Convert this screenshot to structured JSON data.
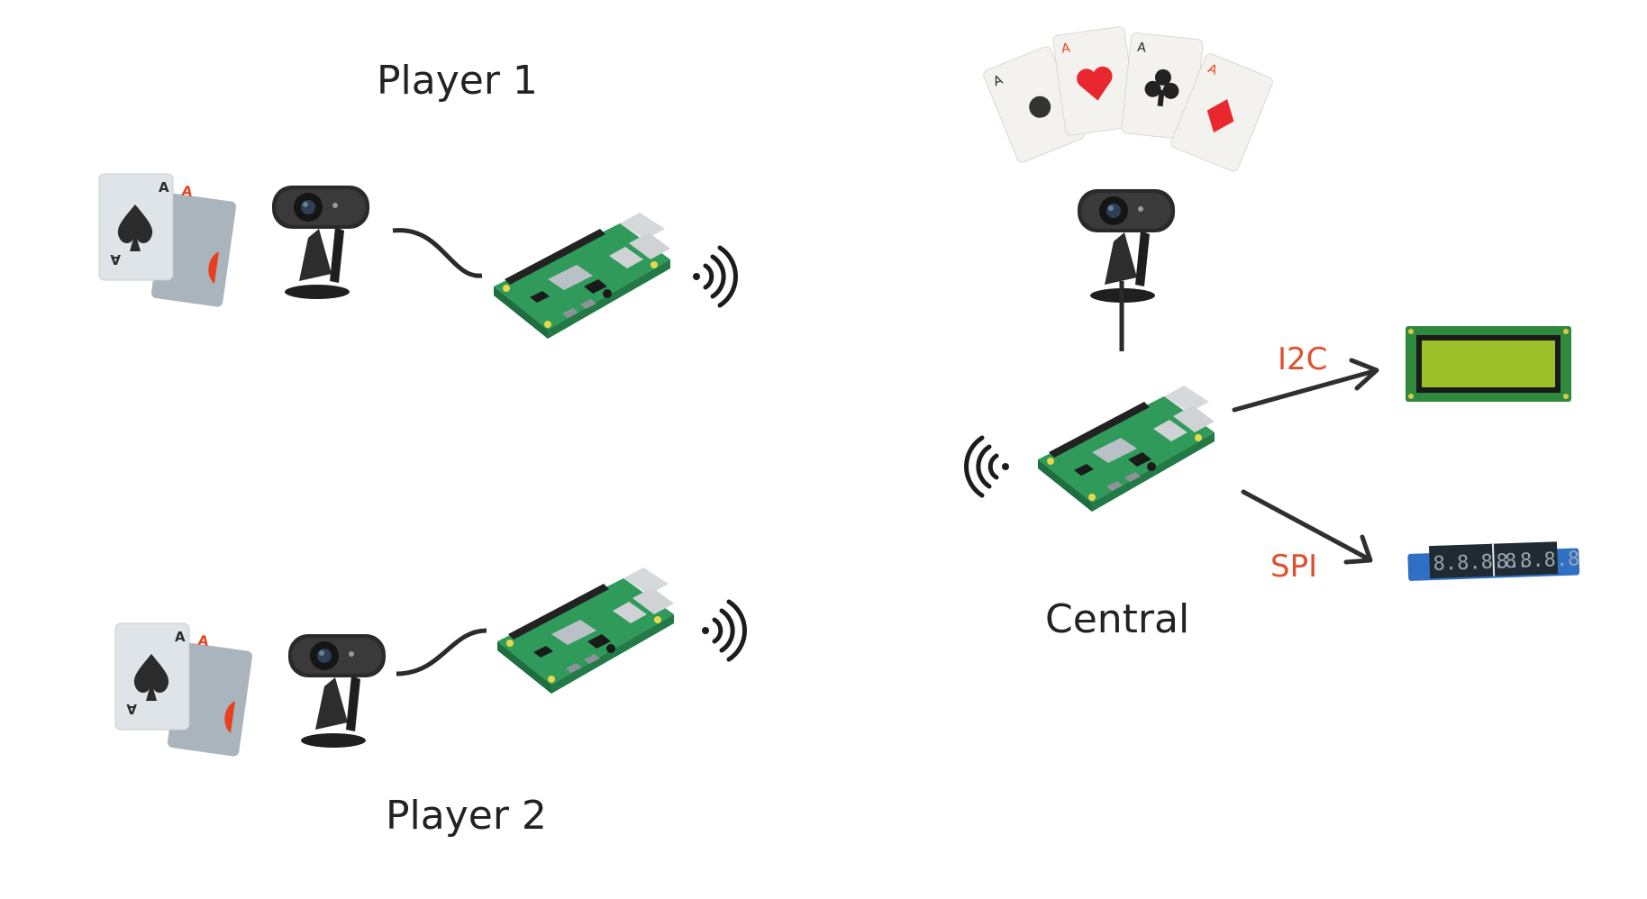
{
  "labels": {
    "player1": "Player 1",
    "player2": "Player 2",
    "central": "Central",
    "i2c": "I2C",
    "spi": "SPI"
  },
  "card_hand": {
    "front_rank": "A",
    "back_rank": "A"
  },
  "colors": {
    "label_text": "#222222",
    "protocol_text": "#e0502d",
    "wire": "#2a2a2a",
    "pcb": "#2f9a5a",
    "lcd_screen": "#9cbf2a",
    "seg_board": "#2f6fc4",
    "card_back": "#aab4bd",
    "card_front": "#dfe4e8",
    "card_red": "#e8401c"
  },
  "icons": [
    "card-hand-icon",
    "webcam-icon",
    "raspberry-pi-icon",
    "wifi-signal-icon",
    "playing-cards-fan-icon",
    "lcd-display-icon",
    "seven-segment-display-icon"
  ]
}
